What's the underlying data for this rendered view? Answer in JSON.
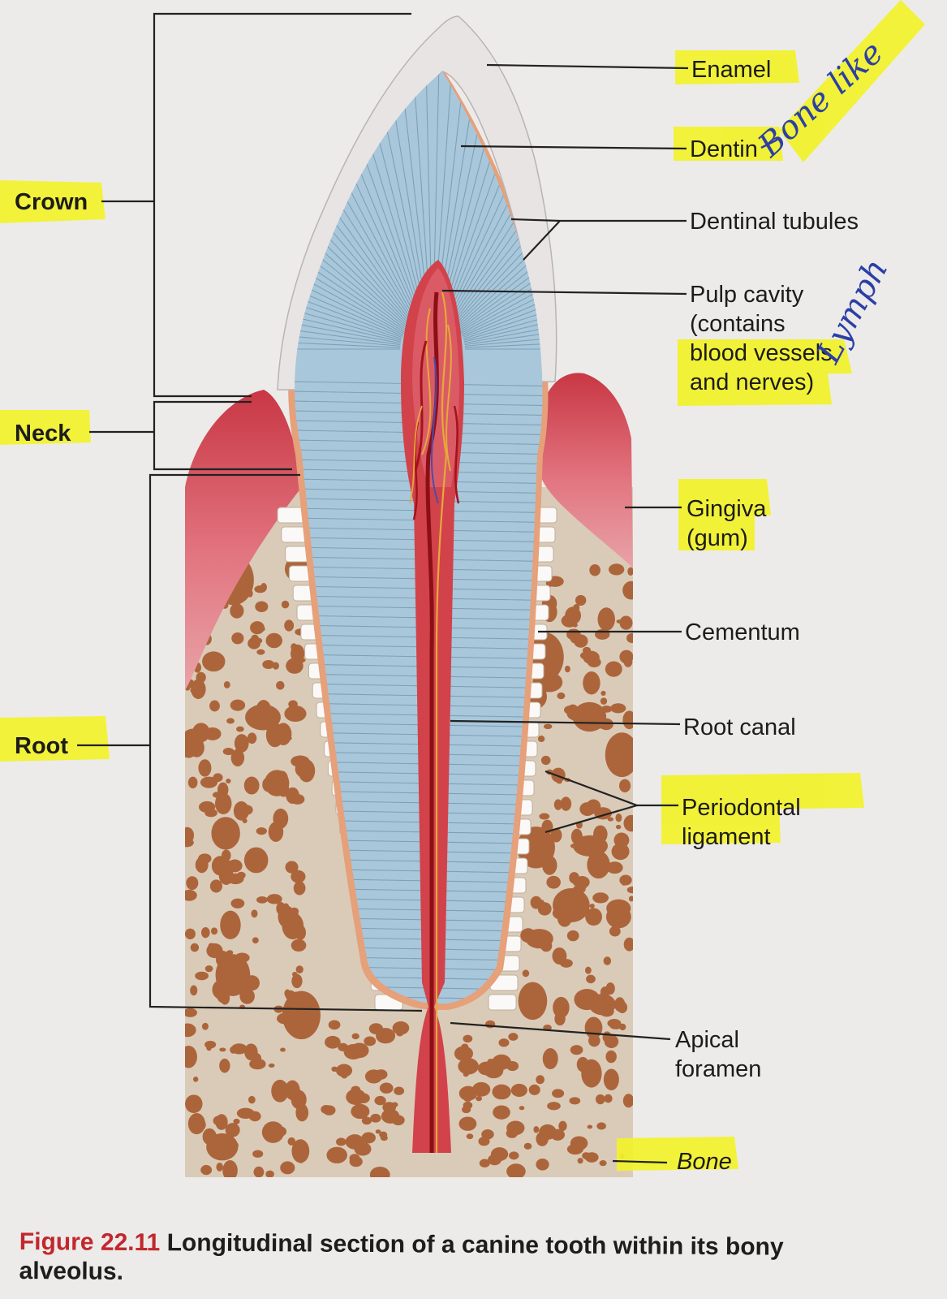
{
  "labels": {
    "enamel": "Enamel",
    "dentin": "Dentin",
    "dentinal_tubules": "Dentinal tubules",
    "pulp_cavity": [
      "Pulp cavity",
      "(contains",
      "blood vessels",
      "and nerves)"
    ],
    "gingiva": [
      "Gingiva",
      "(gum)"
    ],
    "cementum": "Cementum",
    "root_canal": "Root canal",
    "periodontal_ligament": [
      "Periodontal",
      "ligament"
    ],
    "apical_foramen": [
      "Apical",
      "foramen"
    ],
    "bone": "Bone",
    "crown": "Crown",
    "neck": "Neck",
    "root": "Root"
  },
  "handwritten": {
    "bone_like": "Bone like",
    "lymph": "Lymph"
  },
  "caption": {
    "figure_number": "Figure 22.11",
    "text": "Longitudinal section of a canine tooth within its bony alveolus."
  },
  "colors": {
    "highlighter": "#f2f22a",
    "dentin": "#a9c7da",
    "enamel": "#e8e4e4",
    "pulp": "#d2424a",
    "gingiva": "#d85a65",
    "bone_matrix": "#dacbb8",
    "bone_spots": "#a85a2e",
    "figure_label": "#c2272d",
    "handwriting_ink": "#2b3fa6"
  }
}
